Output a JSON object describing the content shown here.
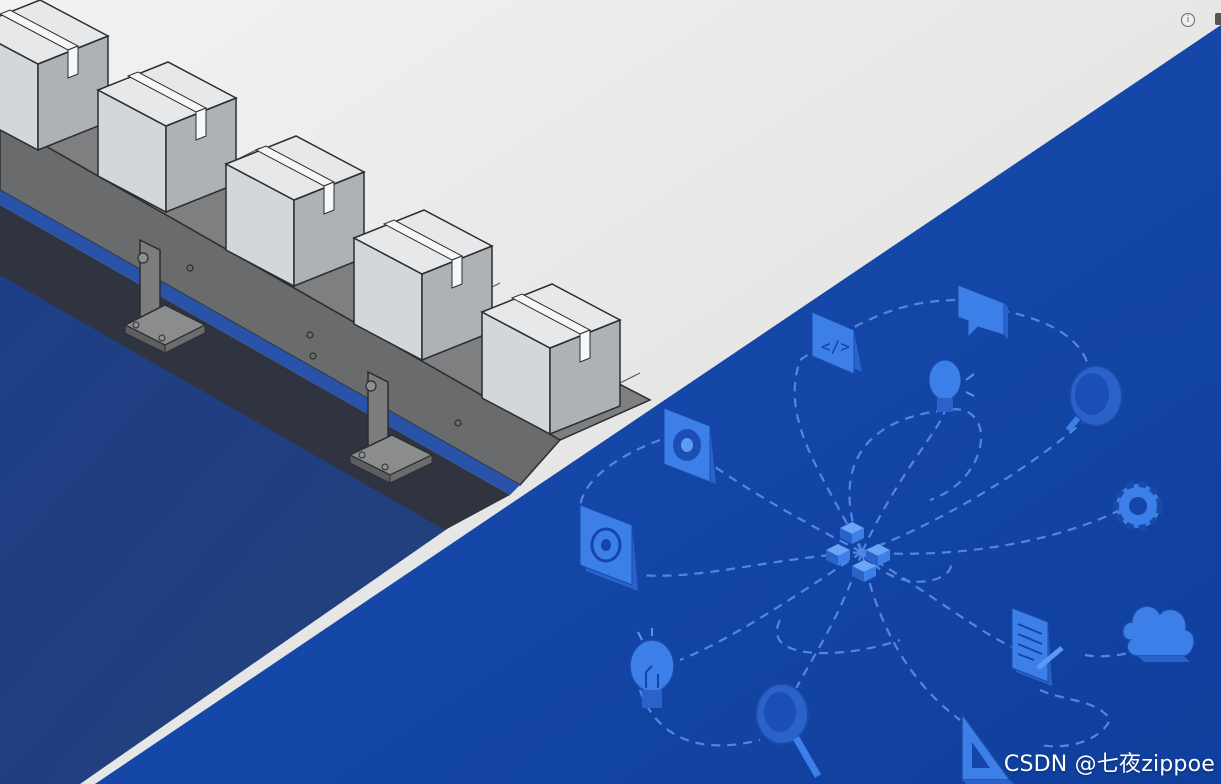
{
  "watermark": "CSDN @七夜zippoe",
  "info_glyph": "i",
  "colors": {
    "background_light": "#e9e9e8",
    "panel_blue": "#1346a8",
    "panel_blue_dark": "#1d3a80",
    "icon_blue": "#3d7fe8",
    "icon_blue_light": "#5c9af3",
    "box_face": "#d4d7da",
    "conveyor_metal": "#6e6f70"
  },
  "icons": [
    "code-icon",
    "chat-bubble-icon",
    "lightbulb-icon",
    "magnifier-icon",
    "speaker-icon",
    "gear-icon",
    "target-icon",
    "center-cubes-icon",
    "cloud-icon",
    "document-pen-icon",
    "lightbulb-circuit-icon",
    "magnifier-icon-2",
    "triangle-ruler-icon"
  ]
}
